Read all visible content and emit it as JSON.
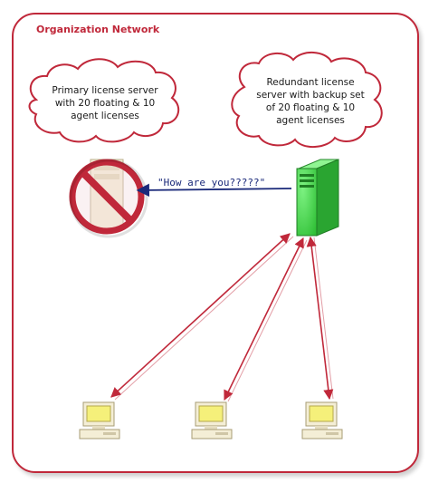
{
  "diagram": {
    "title": "Organization Network",
    "primary_cloud_text": "Primary license server\nwith 20 floating & 10\nagent licenses",
    "redundant_cloud_text": "Redundant license\nserver with backup set\nof 20 floating & 10\nagent licenses",
    "message": "\"How are you?????\"",
    "colors": {
      "frame": "#c0283a",
      "arrow_link": "#c0283a",
      "message_arrow": "#1b2a7a",
      "server": "#44e04a",
      "prohibit": "#c0283a"
    },
    "icons": {
      "primary_server": "server-down-icon",
      "redundant_server": "server-icon",
      "clients": [
        "computer-icon",
        "computer-icon",
        "computer-icon"
      ]
    }
  }
}
